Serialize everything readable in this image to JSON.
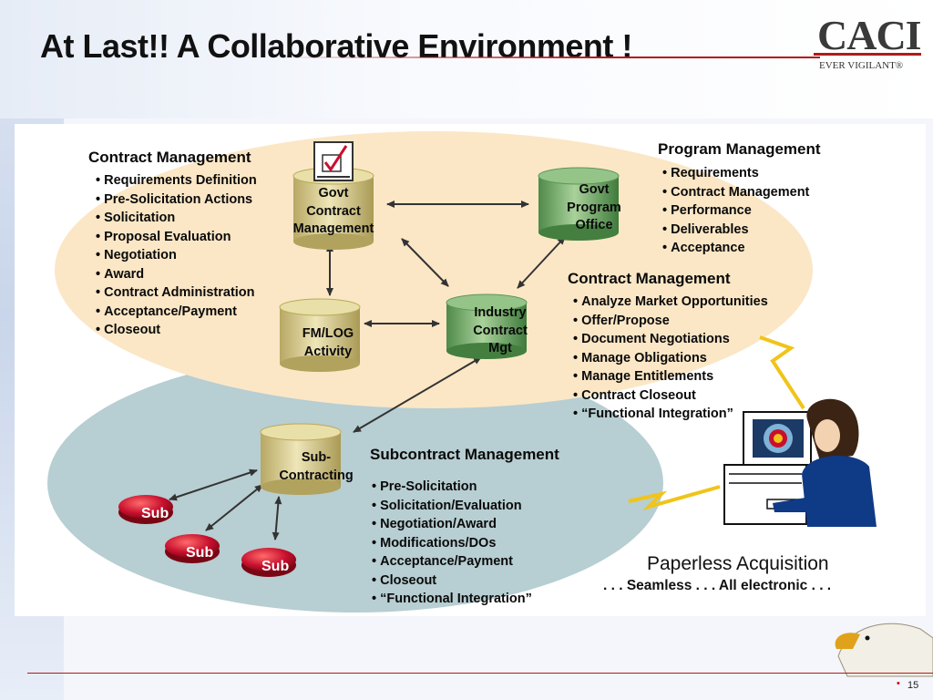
{
  "slide": {
    "title": "At Last!! A Collaborative Environment !",
    "page_number": "15"
  },
  "logo": {
    "name": "CACI",
    "tagline": "EVER VIGILANT®"
  },
  "contract_mgmt_govt": {
    "heading": "Contract  Management",
    "items": [
      "Requirements Definition",
      "Pre-Solicitation Actions",
      "Solicitation",
      "Proposal Evaluation",
      "Negotiation",
      "Award",
      "Contract Administration",
      "Acceptance/Payment",
      "Closeout"
    ]
  },
  "program_mgmt": {
    "heading": "Program  Management",
    "items": [
      "Requirements",
      "Contract Management",
      "Performance",
      "Deliverables",
      "Acceptance"
    ]
  },
  "contract_mgmt_industry": {
    "heading": "Contract Management",
    "items": [
      "Analyze Market Opportunities",
      "Offer/Propose",
      "Document Negotiations",
      "Manage Obligations",
      "Manage Entitlements",
      "Contract Closeout",
      "“Functional Integration”"
    ]
  },
  "subcontract_mgmt": {
    "heading": "Subcontract  Management",
    "items": [
      "Pre-Solicitation",
      "Solicitation/Evaluation",
      "Negotiation/Award",
      "Modifications/DOs",
      "Acceptance/Payment",
      "Closeout",
      "“Functional Integration”"
    ]
  },
  "nodes": {
    "govt_contract": [
      "Govt",
      "Contract",
      "Management"
    ],
    "govt_program": [
      "Govt",
      "Program",
      "Office"
    ],
    "fm_log": [
      "FM/LOG",
      "Activity"
    ],
    "industry_contract": [
      "Industry",
      "Contract",
      "Mgt"
    ],
    "sub_contracting": [
      "Sub-",
      "Contracting"
    ],
    "subs": [
      "Sub",
      "Sub",
      "Sub"
    ]
  },
  "footer": {
    "paperless": "Paperless Acquisition",
    "tagline": ". . . Seamless . . . All electronic . . ."
  },
  "colors": {
    "govt_ellipse": "#fbe7c6",
    "industry_ellipse": "#b7ced2",
    "cylinder_tan": "#d6c88a",
    "cylinder_green": "#6aa062",
    "sub_red": "#c8102e",
    "brand_red": "#b01a1a"
  }
}
